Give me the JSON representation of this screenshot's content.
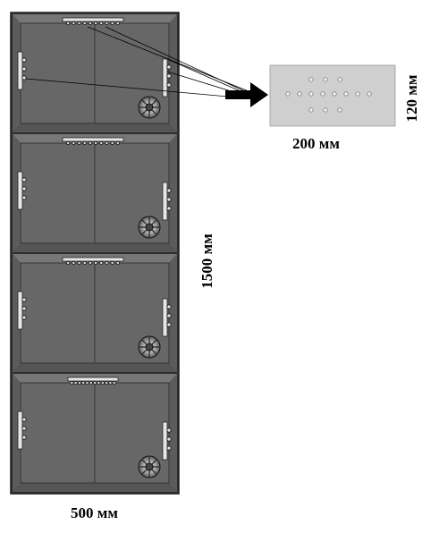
{
  "diagram": {
    "dimensions": {
      "total_width": "500 мм",
      "total_height": "1500 мм",
      "panel_width": "200 мм",
      "panel_height": "120 мм"
    },
    "compartments": [
      {
        "id": 1,
        "fan_side": "right",
        "top_connector": "wide",
        "left_connector": "side-a"
      },
      {
        "id": 2,
        "fan_side": "right",
        "top_connector": "wide",
        "left_connector": "side-b"
      },
      {
        "id": 3,
        "fan_side": "right",
        "top_connector": "wide",
        "left_connector": "side-b"
      },
      {
        "id": 4,
        "fan_side": "right",
        "top_connector": "narrow",
        "left_connector": "side-a"
      }
    ],
    "colors": {
      "outer_frame": "#4b4b4b",
      "bevel_dark": "#3d3d3d",
      "bevel_light": "#777777",
      "inner_face": "#676767",
      "panel_fill": "#cfcfcf",
      "line": "#000000"
    }
  }
}
